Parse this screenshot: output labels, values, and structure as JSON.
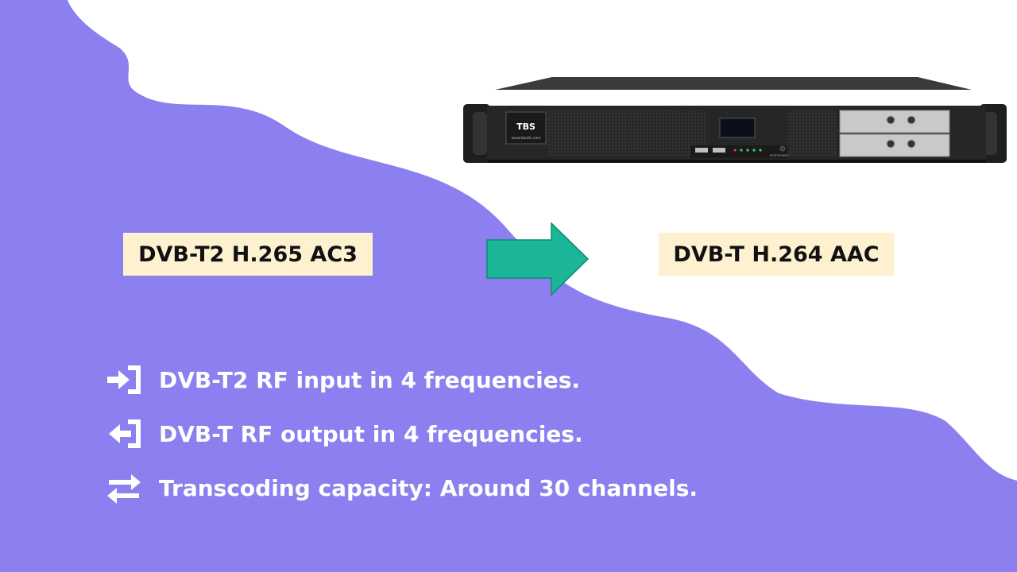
{
  "colors": {
    "background_white": "#ffffff",
    "wave_purple": "#8c7fef",
    "label_bg": "#fdf1cf",
    "arrow_teal": "#1ab697",
    "feature_text": "#ffffff",
    "device_body": "#2b2b2b"
  },
  "conversion": {
    "input_label": "DVB-T2 H.265 AC3",
    "output_label": "DVB-T H.264 AAC",
    "arrow_icon": "right-arrow-icon"
  },
  "device": {
    "logo_text": "TBS",
    "website": "www.tbsdtv.com",
    "reset_label": "RESET",
    "power_label": "POWER"
  },
  "features": [
    {
      "icon": "sign-in-icon",
      "text": "DVB-T2 RF input in 4 frequencies."
    },
    {
      "icon": "sign-out-icon",
      "text": "DVB-T RF output in 4 frequencies."
    },
    {
      "icon": "exchange-icon",
      "text": "Transcoding capacity: Around 30 channels."
    }
  ]
}
